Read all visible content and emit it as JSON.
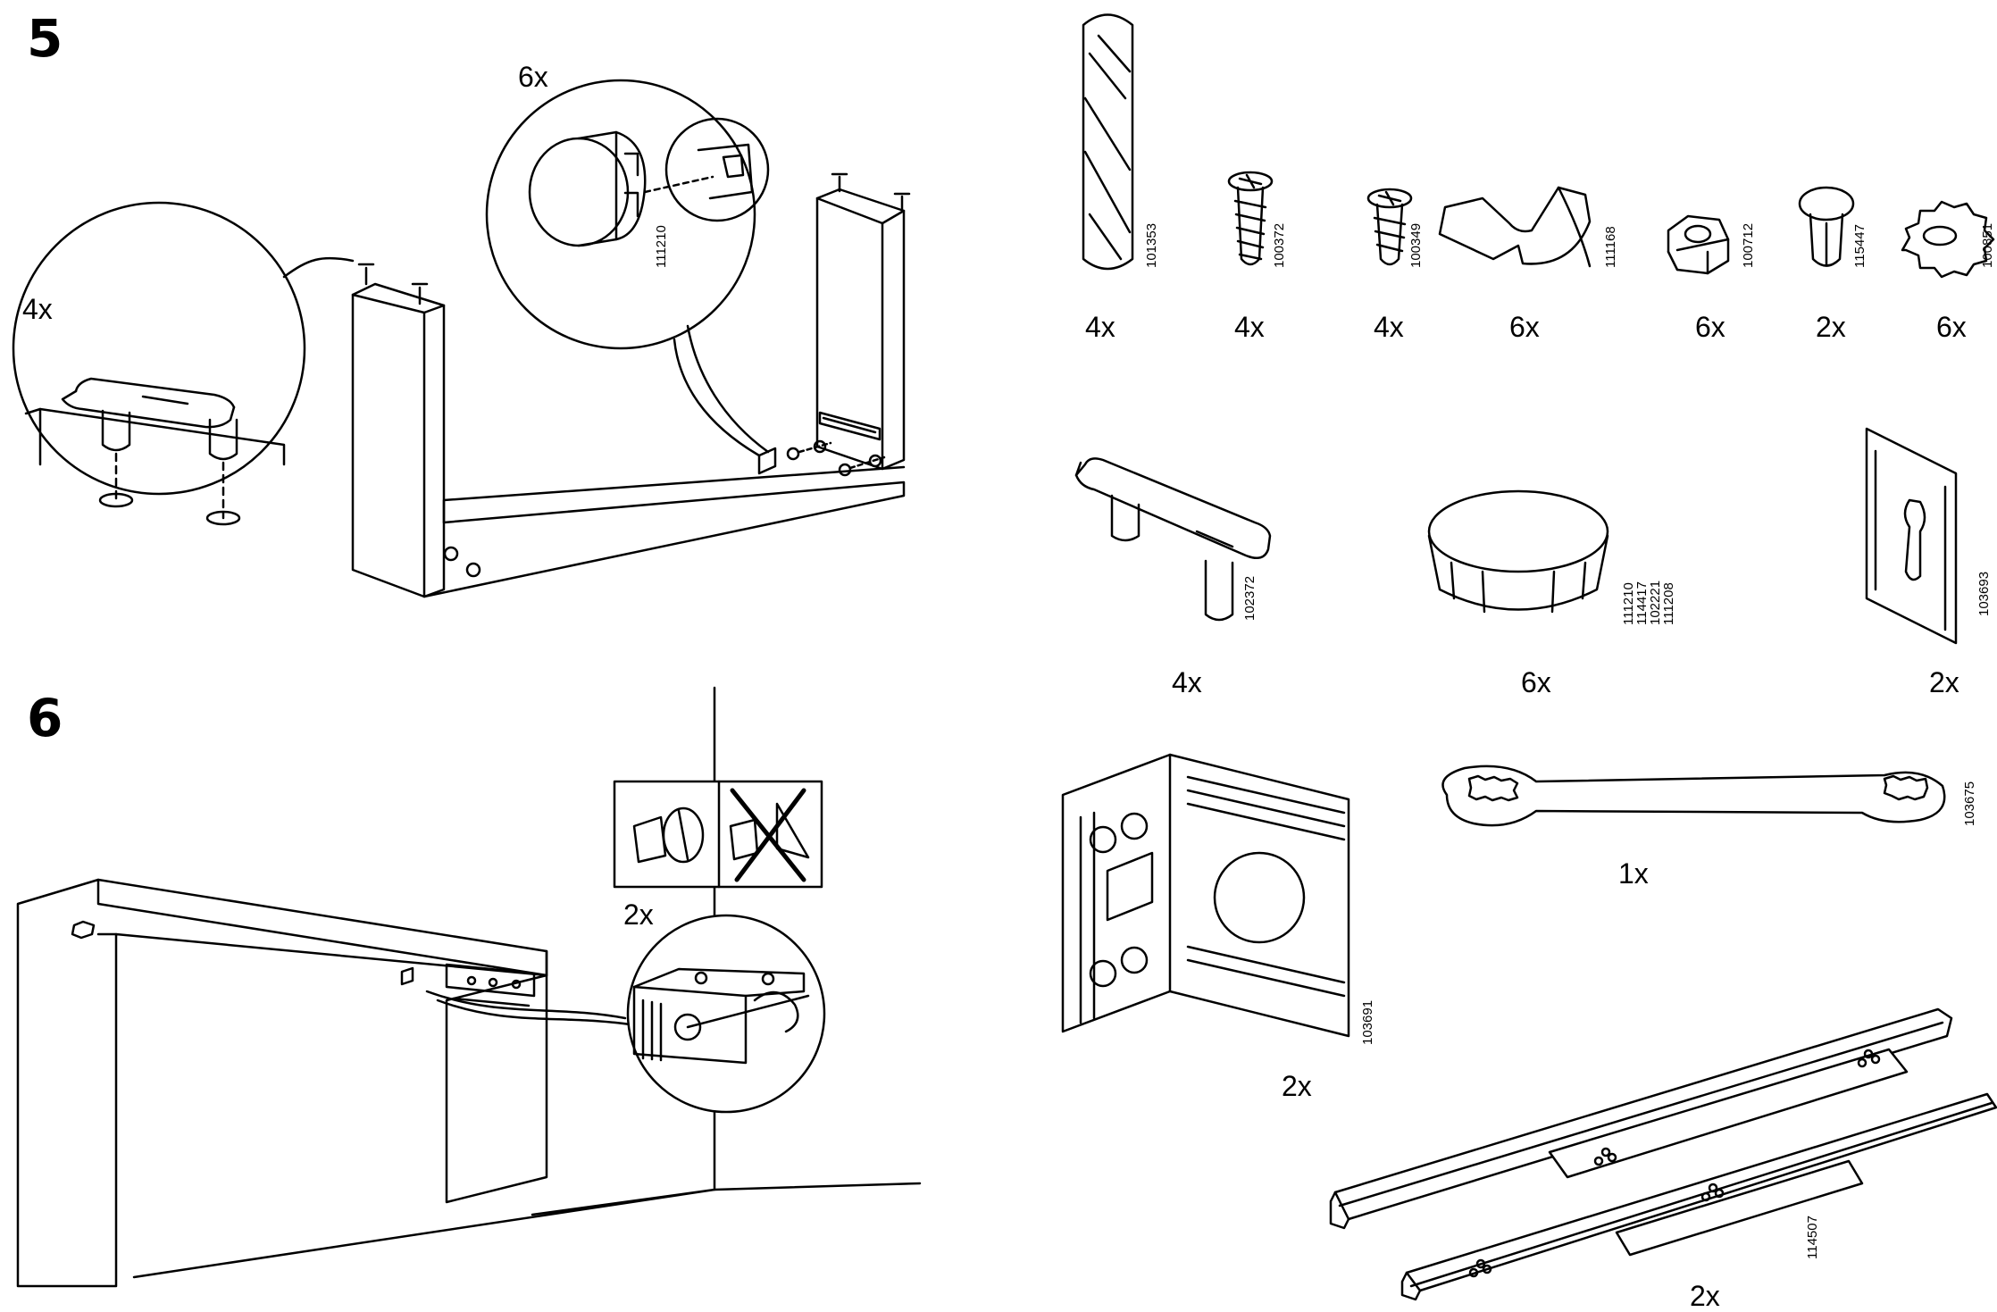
{
  "steps": {
    "step5": {
      "number": "5",
      "plug_qty": "6x",
      "plug_article": "111210",
      "foot_qty": "4x"
    },
    "step6": {
      "number": "6",
      "bracket_qty": "2x"
    }
  },
  "parts": {
    "dowel": {
      "qty": "4x",
      "article": "101353"
    },
    "screw_long": {
      "qty": "4x",
      "article": "100372"
    },
    "screw_short": {
      "qty": "4x",
      "article": "100349"
    },
    "clip": {
      "qty": "6x",
      "article": "111168"
    },
    "nut": {
      "qty": "6x",
      "article": "100712"
    },
    "rivet": {
      "qty": "2x",
      "article": "115447"
    },
    "washer": {
      "qty": "6x",
      "article": "100851"
    },
    "foot": {
      "qty": "4x",
      "article": "102372"
    },
    "cap": {
      "qty": "6x",
      "articles": [
        "111210",
        "114417",
        "102221",
        "111208"
      ]
    },
    "plate": {
      "qty": "2x",
      "article": "103693"
    },
    "bracket": {
      "qty": "2x",
      "article": "103691"
    },
    "wrench": {
      "qty": "1x",
      "article": "103675"
    },
    "rail": {
      "qty": "2x",
      "article": "114507"
    }
  }
}
